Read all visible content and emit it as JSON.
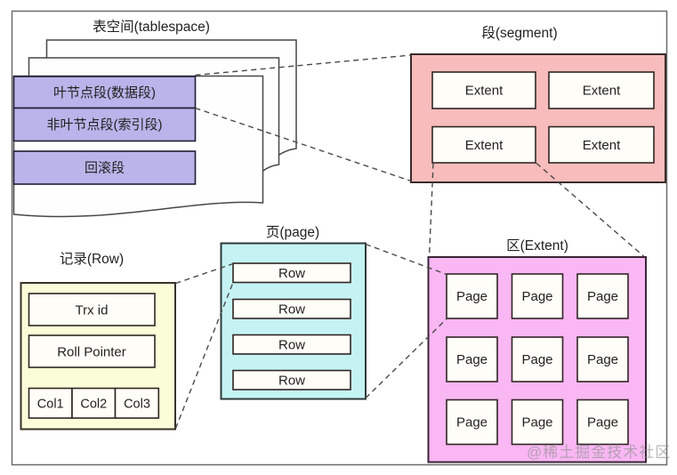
{
  "tablespace": {
    "title": "表空间(tablespace)",
    "segments": [
      "叶节点段(数据段)",
      "非叶节点段(索引段)",
      "回滚段"
    ]
  },
  "segment": {
    "title": "段(segment)",
    "extent_label": "Extent"
  },
  "page": {
    "title": "页(page)",
    "row_label": "Row"
  },
  "record": {
    "title": "记录(Row)",
    "fields": [
      "Trx id",
      "Roll Pointer"
    ],
    "columns": [
      "Col1",
      "Col2",
      "Col3"
    ]
  },
  "extent": {
    "title": "区(Extent)",
    "page_label": "Page"
  },
  "watermark": "@稀土掘金技术社区",
  "colors": {
    "segment-bar": "#b9b4ea",
    "segment-box": "#f8bcbc",
    "page-box": "#c5f3f3",
    "record-box": "#fbfcd8",
    "extent-box": "#f9b7f3",
    "inner-box": "#fffdf7",
    "sheet": "#fefefe",
    "line": "#4a4a4a",
    "text": "#222222"
  }
}
